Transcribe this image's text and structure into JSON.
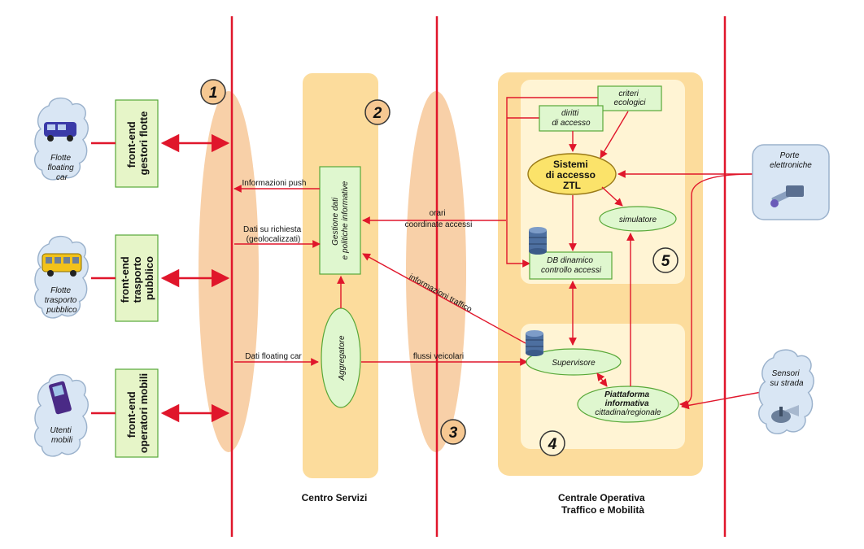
{
  "colors": {
    "red": "#e0162b",
    "peach": "#f8d0a8",
    "band": "#fcdc9c",
    "panel": "#fff4d4",
    "box_green": "#dff7cf",
    "box_border": "#58a838",
    "ellipse_yellow": "#fbe36a",
    "cloud_fill": "#d9e6f4",
    "cloud_border": "#9bb2cc",
    "frontend_fill": "#e6f5c8"
  },
  "left_clouds": [
    {
      "label": [
        "Flotte",
        "floating",
        "car"
      ],
      "icon": "van-icon"
    },
    {
      "label": [
        "Flotte",
        "trasporto",
        "pubblico"
      ],
      "icon": "bus-icon"
    },
    {
      "label": [
        "Utenti",
        "mobili"
      ],
      "icon": "mobile-phone-icon"
    }
  ],
  "front_ends": [
    {
      "lines": [
        "front-end",
        "gestori flotte"
      ]
    },
    {
      "lines": [
        "front-end",
        "trasporto",
        "pubblico"
      ]
    },
    {
      "lines": [
        "front-end",
        "operatori mobili"
      ]
    }
  ],
  "section_numbers": [
    "1",
    "2",
    "3",
    "4",
    "5"
  ],
  "centro_servizi": {
    "label": "Centro Servizi",
    "gestione_box": [
      "Gestione dati",
      "e politiche informative"
    ],
    "aggregatore": "Aggregatore"
  },
  "centrale": {
    "label": [
      "Centrale Operativa",
      "Traffico e Mobilità"
    ],
    "criteri": [
      "criteri",
      "ecologici"
    ],
    "diritti": [
      "diritti",
      "di accesso"
    ],
    "sistemi": [
      "Sistemi",
      "di accesso",
      "ZTL"
    ],
    "simulatore": "simulatore",
    "db_box": [
      "DB dinamico",
      "controllo accessi"
    ],
    "supervisore": "Supervisore",
    "piattaforma": [
      "Piattaforma",
      "informativa",
      "cittadina/regionale"
    ]
  },
  "flow_labels": {
    "info_push": "Informazioni push",
    "dati_richiesta": [
      "Dati su richiesta",
      "(geolocalizzati)"
    ],
    "dati_floating": "Dati floating car",
    "orari": [
      "orari",
      "coordinate accessi"
    ],
    "info_traffico": "informazioni traffico",
    "flussi": "flussi veicolari"
  },
  "right_items": [
    {
      "label": [
        "Porte",
        "elettroniche"
      ],
      "icon": "electronic-gate-icon"
    },
    {
      "label": [
        "Sensori",
        "su strada"
      ],
      "icon": "road-sensor-icon"
    }
  ]
}
